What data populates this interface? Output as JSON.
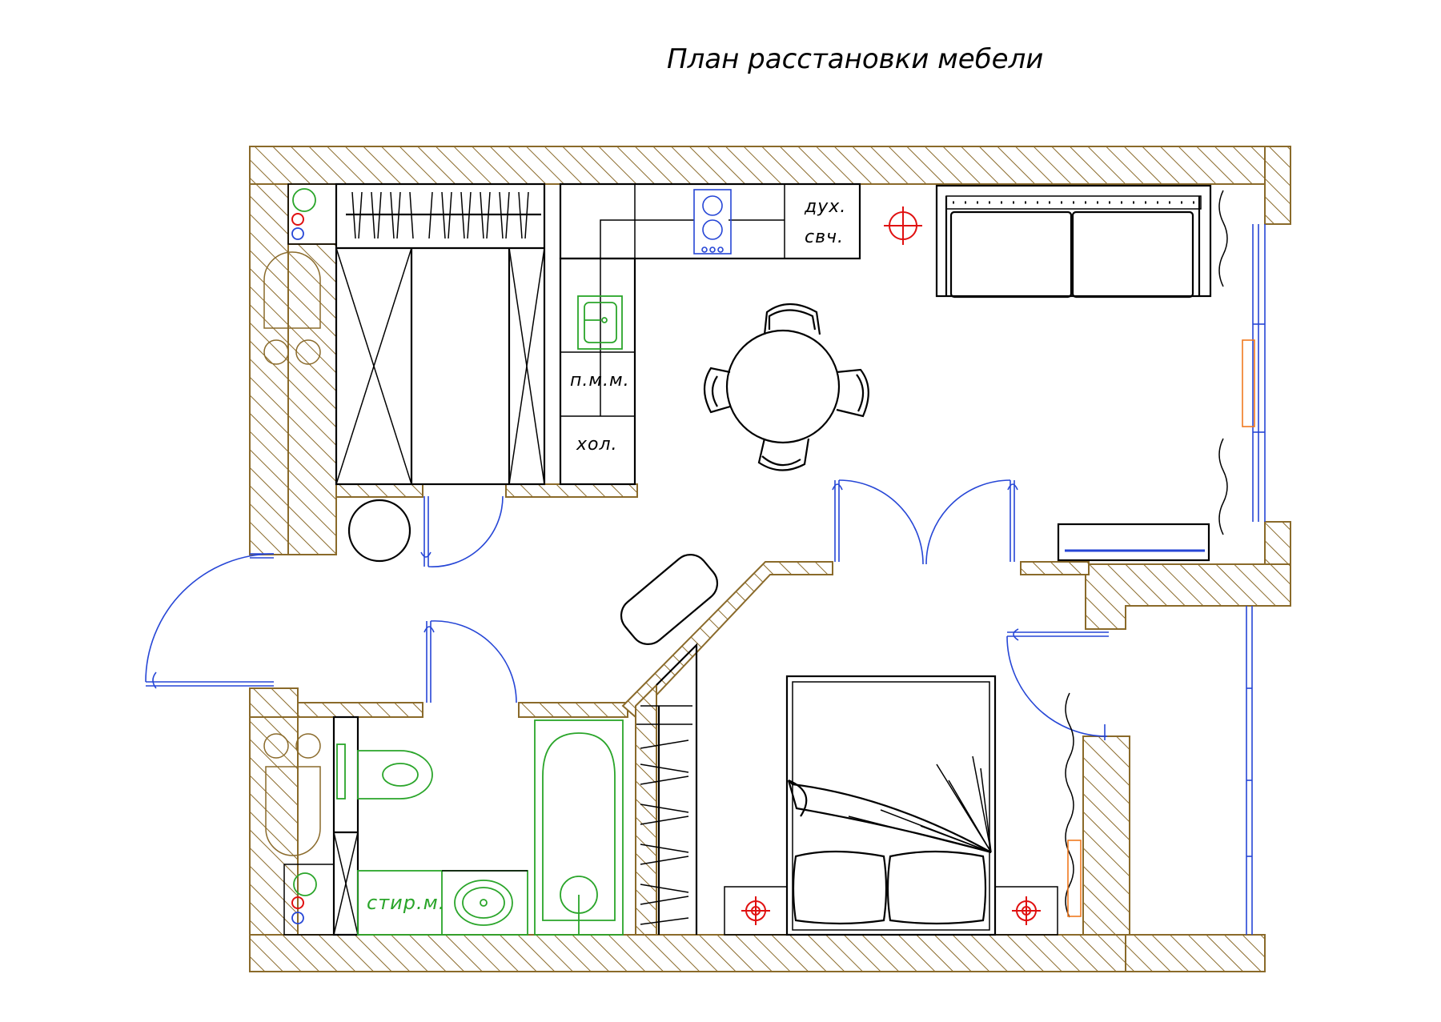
{
  "title": "План расстановки мебели",
  "labels": {
    "oven": "дух.",
    "microwave": "свч.",
    "dishwasher": "п.м.м.",
    "fridge": "хол.",
    "washer": "стир.м."
  },
  "colors": {
    "wall_outline": "#8a6a2a",
    "door_swing": "#2646d6",
    "plumbing": "#2aa52a",
    "outlet": "#e01010",
    "radiator": "#f07a20"
  }
}
